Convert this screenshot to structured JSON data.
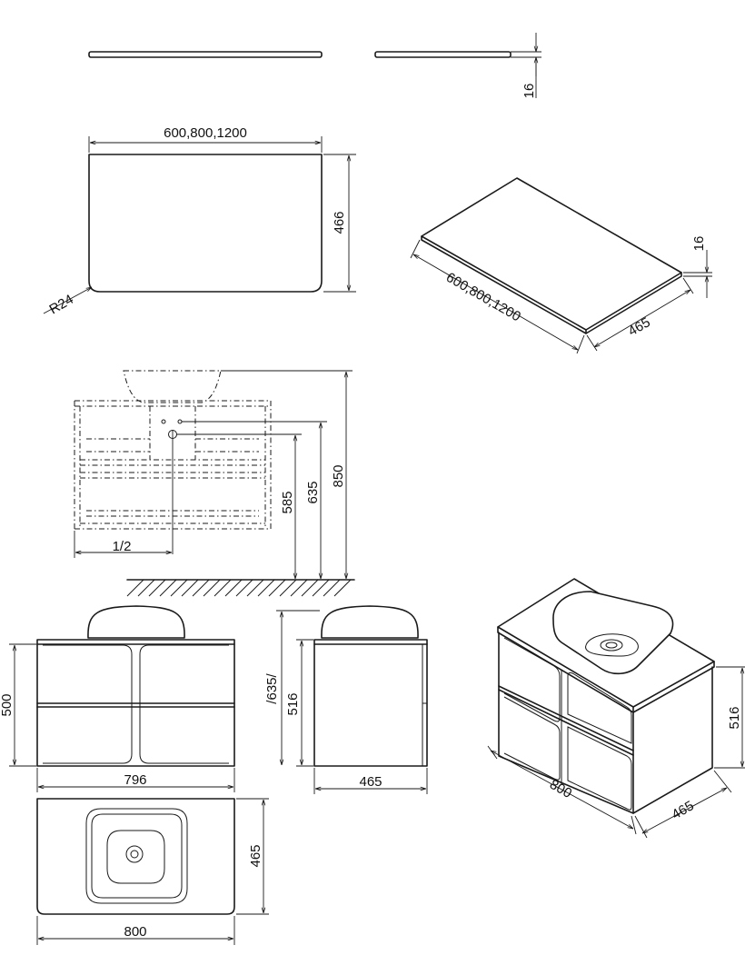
{
  "labels": {
    "top_thickness": "16",
    "top_width": "600,800,1200",
    "top_depth": "466",
    "corner_radius": "R24",
    "iso_thickness": "16",
    "iso_width": "600,800,1200",
    "iso_depth": "465",
    "height_total": "850",
    "height_mid": "635",
    "height_low": "585",
    "half_mark": "1/2",
    "front_height": "500",
    "front_width": "796",
    "side_height_alt": "/635/",
    "side_height": "516",
    "side_depth": "465",
    "plan_width": "800",
    "plan_depth": "465",
    "iso2_height": "516",
    "iso2_width": "800",
    "iso2_depth": "465"
  }
}
